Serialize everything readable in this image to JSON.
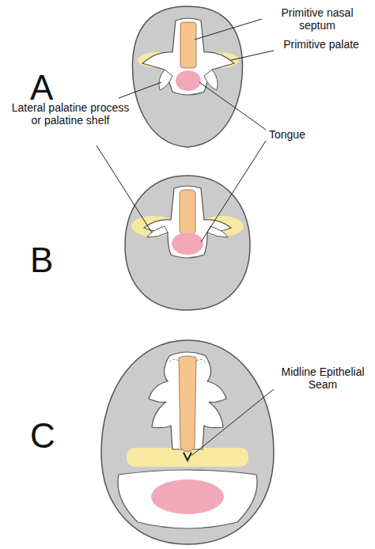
{
  "diagram": {
    "labels": [
      "A",
      "Primitive nasal septum",
      "Primitive palate",
      "Lateral palatine process or palatine shelf",
      "Tongue",
      "B",
      "C",
      "Midline Epithelial Seam"
    ]
  }
}
